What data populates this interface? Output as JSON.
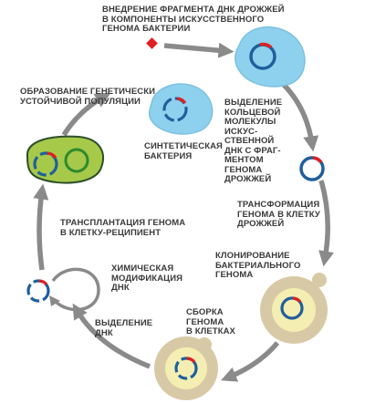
{
  "labels": {
    "insert_fragment": "ВНЕДРЕНИЕ ФРАГМЕНТА ДНК ДРОЖЖЕЙ\nВ КОМПОНЕНТЫ ИСКУССТВЕННОГО\nГЕНОМА БАКТЕРИИ",
    "stable_population": "ОБРАЗОВАНИЕ ГЕНЕТИЧЕСКИ\nУСТОЙЧИВОЙ ПОПУЛЯЦИИ",
    "circular_isolation": "ВЫДЕЛЕНИЕ\nКОЛЬЦЕВОЙ\nМОЛЕКУЛЫ\nИСКУС-\nСТВЕННОЙ\nДНК С ФРАГ-\nМЕНТОМ\nГЕНОМА\nДРОЖЖЕЙ",
    "synthetic_bacterium": "СИНТЕТИЧЕСКАЯ\nБАКТЕРИЯ",
    "genome_transplant": "ТРАНСПЛАНТАЦИЯ ГЕНОМА\nВ КЛЕТКУ-РЕЦИПИЕНТ",
    "yeast_transformation": "ТРАНСФОРМАЦИЯ\nГЕНОМА В КЛЕТКУ\nДРОЖЖЕЙ",
    "chemical_modification": "ХИМИЧЕСКАЯ\nМОДИФИКАЦИЯ\nДНК",
    "bacterial_cloning": "КЛОНИРОВАНИЕ\nБАКТЕРИАЛЬНОГО\nГЕНОМА",
    "genome_assembly": "СБОРКА\nГЕНОМА\nВ КЛЕТКАХ",
    "dna_isolation": "ВЫДЕЛЕНИЕ\nДНК"
  },
  "colors": {
    "cycle_arrow": "#8a8a8a",
    "bacterium_fill": "#8ed1ee",
    "bacterium_stroke": "#7cc1df",
    "synthetic_fill": "#a6c94a",
    "synthetic_stroke": "#2d4f2a",
    "dna_blue": "#1f5f9c",
    "dna_red": "#e02020",
    "yeast_outer": "#d8c9a6",
    "yeast_inner": "#f4eeb2",
    "label_text": "#3a3a3a"
  },
  "icons": [
    "dna-fragment-icon",
    "circular-dna-icon",
    "cycle-arrow-icon"
  ]
}
